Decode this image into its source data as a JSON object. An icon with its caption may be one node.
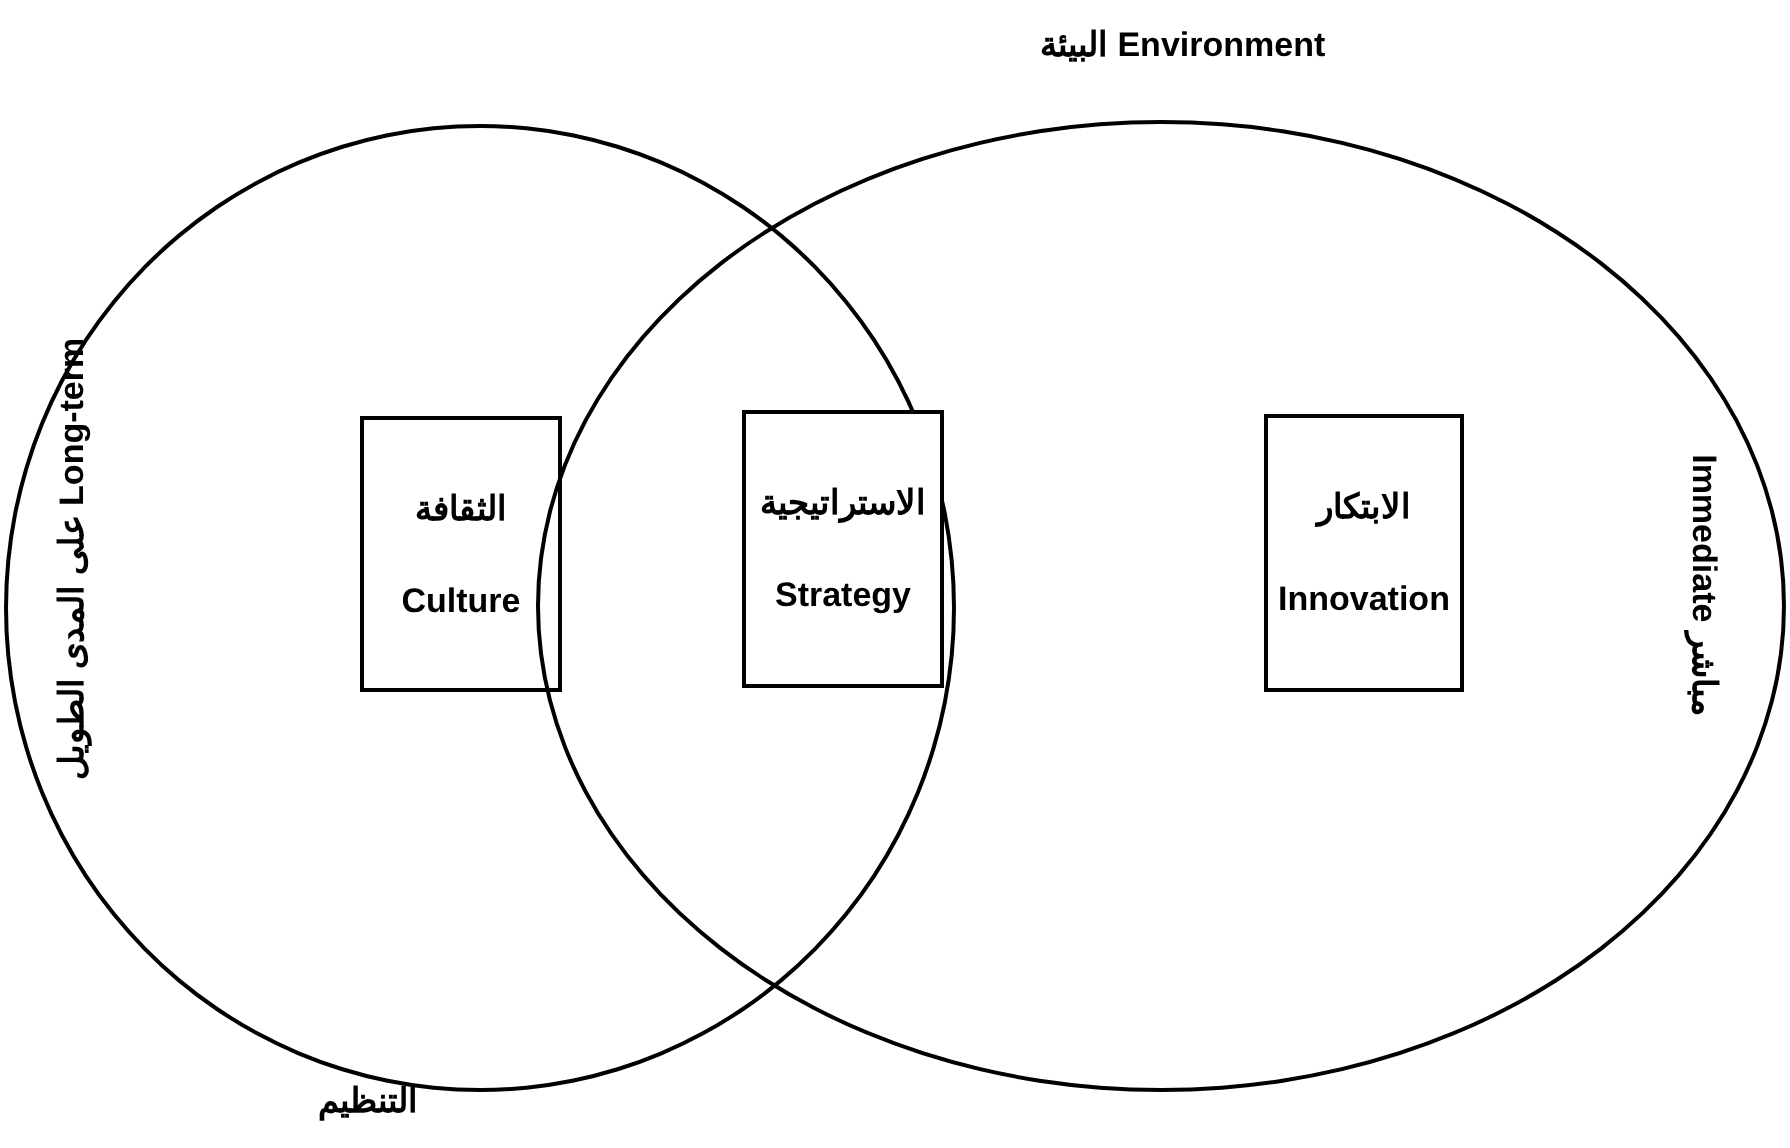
{
  "diagram": {
    "nodes": [
      {
        "text": [
          "على المدى الطويل Long-term",
          "التنظيم"
        ]
      },
      {
        "text": [
          "البيئة Environment",
          "Immediate مباشر"
        ]
      },
      {
        "text": [
          "الثقافة",
          "Culture"
        ],
        "in": 0
      },
      {
        "text": [
          "الاستراتيجية",
          "Strategy"
        ]
      },
      {
        "text": [
          "الابتكار",
          "Innovation"
        ],
        "in": 1
      }
    ]
  }
}
